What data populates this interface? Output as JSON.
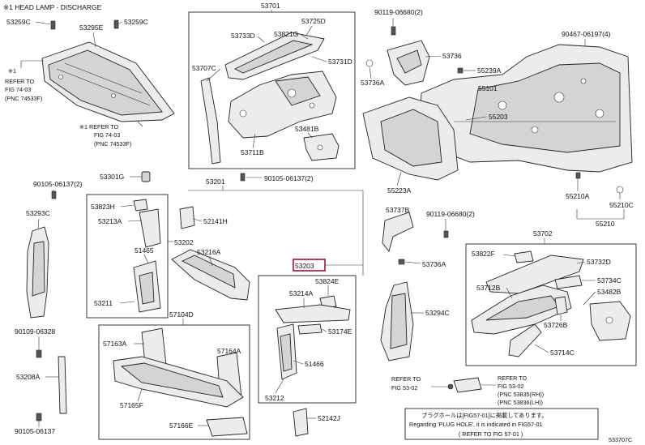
{
  "header": {
    "note": "※1 HEAD LAMP - DISCHARGE"
  },
  "labels": {
    "p53259c_a": "53259C",
    "p53295e": "53295E",
    "p53259c_b": "53259C",
    "p53701": "53701",
    "p53733d": "53733D",
    "p53821g": "53821G",
    "p53725d": "53725D",
    "p53731d": "53731D",
    "p53707c": "53707C",
    "p53711b": "53711B",
    "p53481b": "53481B",
    "p90119_06680_a": "90119-06680(2)",
    "p90467_06197": "90467-06197(4)",
    "p53736": "53736",
    "p53736a_a": "53736A",
    "p55239a": "55239A",
    "p55101": "55101",
    "p55203": "55203",
    "p55223a": "55223A",
    "p55210a": "55210A",
    "p55210c": "55210C",
    "p55210": "55210",
    "p53301g": "53301G",
    "p90105_06137_a": "90105-06137(2)",
    "p53201": "53201",
    "p90105_06137_b": "90105-06137(2)",
    "p53293c": "53293C",
    "p53823h": "53823H",
    "p53213a": "53213A",
    "p52141h": "52141H",
    "p53202": "53202",
    "p51465": "51465",
    "p53216a": "53216A",
    "p53203": "53203",
    "p53211": "53211",
    "p53824e": "53824E",
    "p53214a": "53214A",
    "p53174e": "53174E",
    "p51466": "51466",
    "p53212": "53212",
    "p57104d": "57104D",
    "p57163a": "57163A",
    "p57164a": "57164A",
    "p57165f": "57165F",
    "p57166e": "57166E",
    "p52142j": "52142J",
    "p90109_06328": "90109-06328",
    "p53208a": "53208A",
    "p90105_06137_c": "90105-06137",
    "p53737b": "53737B",
    "p90119_06680_b": "90119-06680(2)",
    "p53736a_b": "53736A",
    "p53702": "53702",
    "p53822f": "53822F",
    "p53732d": "53732D",
    "p53734c": "53734C",
    "p53712b": "53712B",
    "p53482b": "53482B",
    "p53294c": "53294C",
    "p53726b": "53726B",
    "p53714c": "53714C"
  },
  "refs": {
    "ref1": [
      "※1",
      "REFER TO",
      "FIG 74-03",
      "(PNC 74533F)"
    ],
    "ref2": [
      "※1 REFER TO",
      "FIG 74-03",
      "(PNC 74533F)"
    ],
    "ref3": [
      "REFER TO",
      "FIG 53-02"
    ],
    "ref4": [
      "REFER TO",
      "FIG 53-02",
      "(PNC 53835(RH))",
      "(PNC 53836(LH))"
    ]
  },
  "footnote": {
    "line1": "プラグホールは[FIG57-01]に掲載してあります。",
    "line2": "Regarding 'PLUG HOLE', it is indicated in FIG57-01",
    "line3": "( REFER TO FIG 57-01 )"
  },
  "figure_code": "533707C",
  "colors": {
    "highlight": "#a0103a",
    "line": "#222222"
  }
}
